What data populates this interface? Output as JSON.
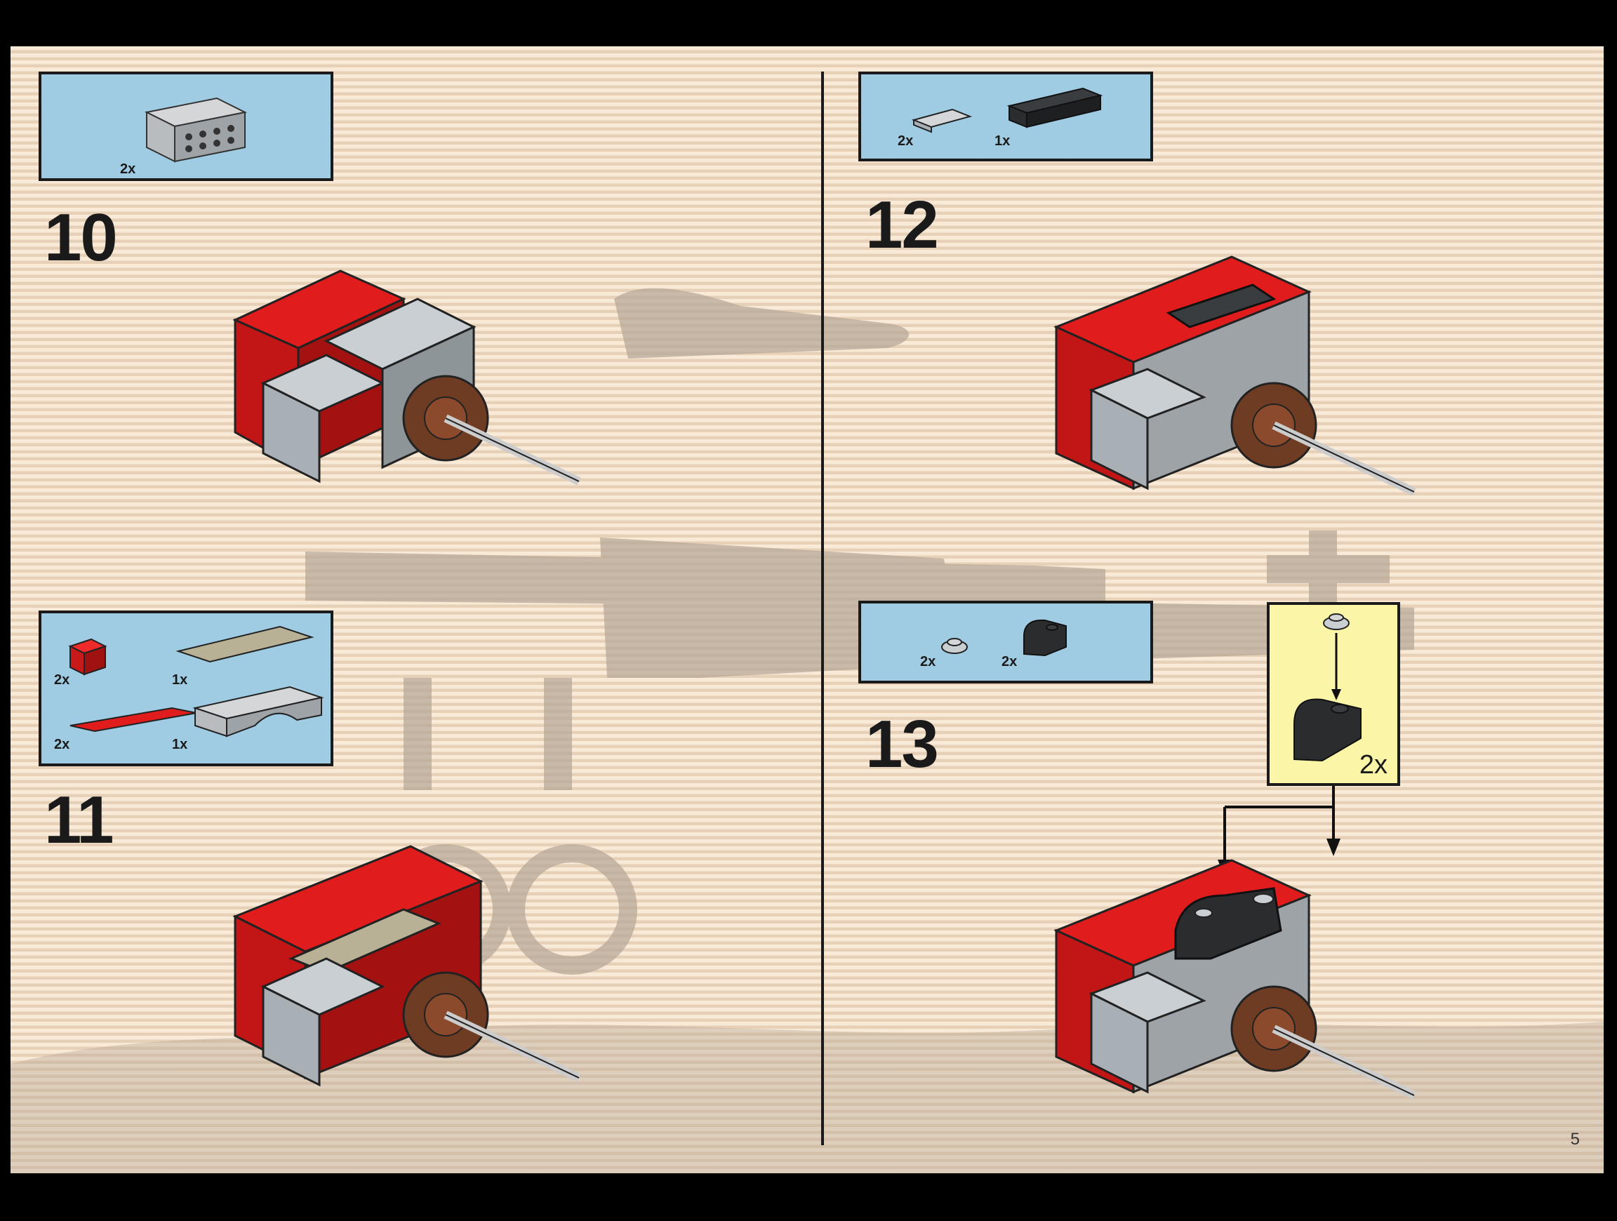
{
  "page_number": "5",
  "steps": [
    {
      "number": "10",
      "parts": [
        {
          "qty": "2x",
          "part": "light gray 2x4 brick"
        }
      ]
    },
    {
      "number": "11",
      "parts": [
        {
          "qty": "2x",
          "part": "red 1x1 brick"
        },
        {
          "qty": "1x",
          "part": "tan 2x6 plate"
        },
        {
          "qty": "2x",
          "part": "red 1x6 tile"
        },
        {
          "qty": "1x",
          "part": "light gray arch brick"
        }
      ]
    },
    {
      "number": "12",
      "parts": [
        {
          "qty": "2x",
          "part": "light gray 1x2 plate"
        },
        {
          "qty": "1x",
          "part": "black 1x4 brick"
        }
      ]
    },
    {
      "number": "13",
      "parts": [
        {
          "qty": "2x",
          "part": "light gray round plate"
        },
        {
          "qty": "2x",
          "part": "black curved slope"
        }
      ],
      "callout_qty": "2x"
    }
  ]
}
